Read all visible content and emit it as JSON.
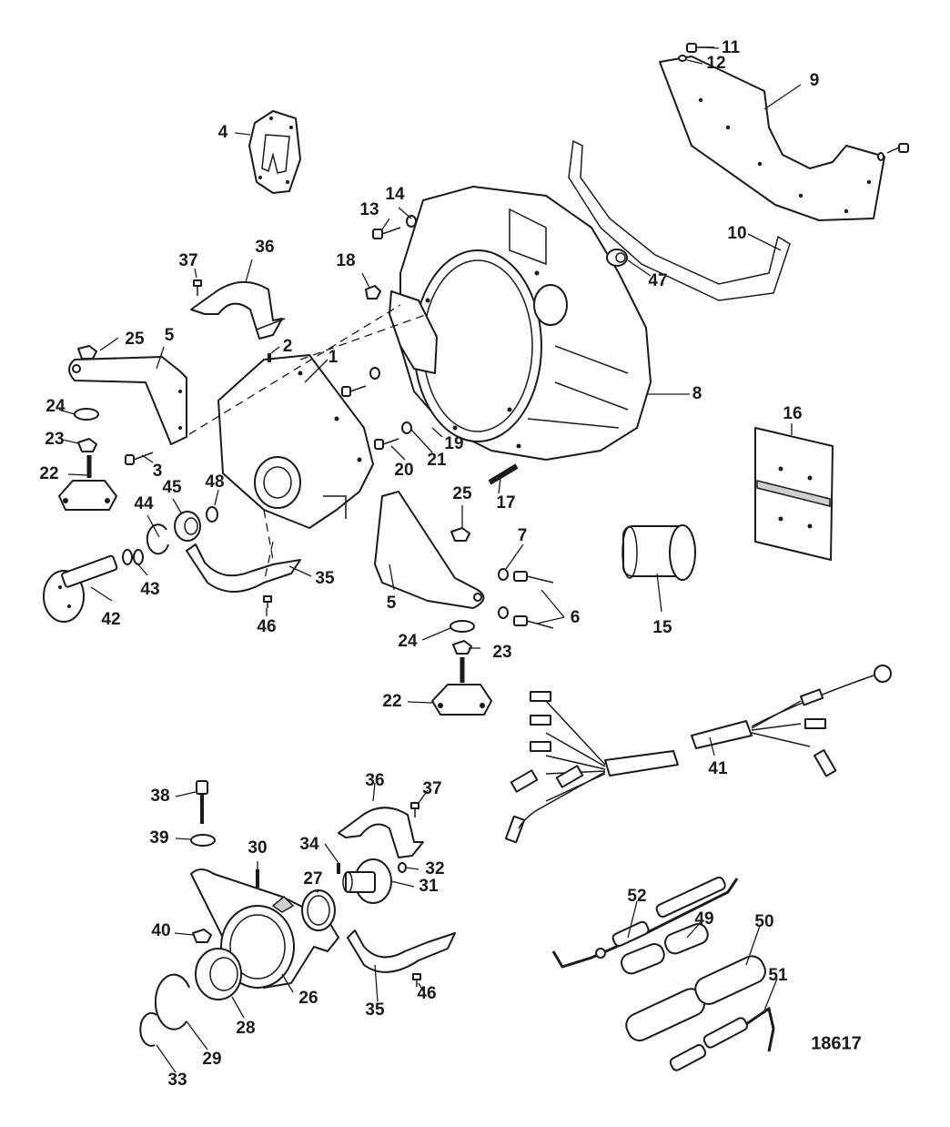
{
  "diagram": {
    "figure_number": "18617",
    "callouts": [
      {
        "id": "c1",
        "label": "1"
      },
      {
        "id": "c2",
        "label": "2"
      },
      {
        "id": "c3",
        "label": "3"
      },
      {
        "id": "c4",
        "label": "4"
      },
      {
        "id": "c5a",
        "label": "5"
      },
      {
        "id": "c5b",
        "label": "5"
      },
      {
        "id": "c6",
        "label": "6"
      },
      {
        "id": "c7",
        "label": "7"
      },
      {
        "id": "c8",
        "label": "8"
      },
      {
        "id": "c9",
        "label": "9"
      },
      {
        "id": "c10",
        "label": "10"
      },
      {
        "id": "c11",
        "label": "11"
      },
      {
        "id": "c12",
        "label": "12"
      },
      {
        "id": "c13",
        "label": "13"
      },
      {
        "id": "c14",
        "label": "14"
      },
      {
        "id": "c15",
        "label": "15"
      },
      {
        "id": "c16",
        "label": "16"
      },
      {
        "id": "c17",
        "label": "17"
      },
      {
        "id": "c18",
        "label": "18"
      },
      {
        "id": "c19",
        "label": "19"
      },
      {
        "id": "c20",
        "label": "20"
      },
      {
        "id": "c21",
        "label": "21"
      },
      {
        "id": "c22a",
        "label": "22"
      },
      {
        "id": "c22b",
        "label": "22"
      },
      {
        "id": "c23a",
        "label": "23"
      },
      {
        "id": "c23b",
        "label": "23"
      },
      {
        "id": "c24a",
        "label": "24"
      },
      {
        "id": "c24b",
        "label": "24"
      },
      {
        "id": "c25a",
        "label": "25"
      },
      {
        "id": "c25b",
        "label": "25"
      },
      {
        "id": "c26",
        "label": "26"
      },
      {
        "id": "c27",
        "label": "27"
      },
      {
        "id": "c28",
        "label": "28"
      },
      {
        "id": "c29",
        "label": "29"
      },
      {
        "id": "c30",
        "label": "30"
      },
      {
        "id": "c31",
        "label": "31"
      },
      {
        "id": "c32",
        "label": "32"
      },
      {
        "id": "c33",
        "label": "33"
      },
      {
        "id": "c34",
        "label": "34"
      },
      {
        "id": "c35a",
        "label": "35"
      },
      {
        "id": "c35b",
        "label": "35"
      },
      {
        "id": "c36a",
        "label": "36"
      },
      {
        "id": "c36b",
        "label": "36"
      },
      {
        "id": "c37a",
        "label": "37"
      },
      {
        "id": "c37b",
        "label": "37"
      },
      {
        "id": "c38",
        "label": "38"
      },
      {
        "id": "c39",
        "label": "39"
      },
      {
        "id": "c40",
        "label": "40"
      },
      {
        "id": "c41",
        "label": "41"
      },
      {
        "id": "c42",
        "label": "42"
      },
      {
        "id": "c43",
        "label": "43"
      },
      {
        "id": "c44",
        "label": "44"
      },
      {
        "id": "c45",
        "label": "45"
      },
      {
        "id": "c46a",
        "label": "46"
      },
      {
        "id": "c46b",
        "label": "46"
      },
      {
        "id": "c47",
        "label": "47"
      },
      {
        "id": "c48",
        "label": "48"
      },
      {
        "id": "c49",
        "label": "49"
      },
      {
        "id": "c50",
        "label": "50"
      },
      {
        "id": "c51",
        "label": "51"
      },
      {
        "id": "c52",
        "label": "52"
      }
    ]
  }
}
